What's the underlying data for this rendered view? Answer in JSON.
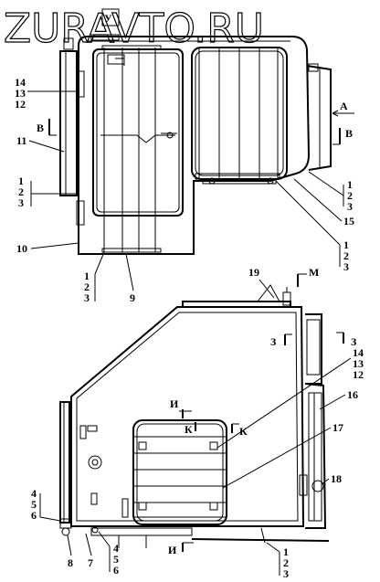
{
  "watermark": "ZURAVTO.RU",
  "part_labels": {
    "l14": "14",
    "l13": "13",
    "l12": "12",
    "l11": "11",
    "l10": "10",
    "l1a": "1",
    "l2a": "2",
    "l3a": "3",
    "l1b": "1",
    "l2b": "2",
    "l3b": "3",
    "l1c": "1",
    "l2c": "2",
    "l3c": "3",
    "l1d": "1",
    "l2d": "2",
    "l3d": "3",
    "l1e": "1",
    "l2e": "2",
    "l3e": "3",
    "l9": "9",
    "l15": "15",
    "l19": "19",
    "l14b": "14",
    "l13b": "13",
    "l12b": "12",
    "l16": "16",
    "l17": "17",
    "l18": "18",
    "l4": "4",
    "l5": "5",
    "l6": "6",
    "l4b": "4",
    "l5b": "5",
    "l6b": "6",
    "l7": "7",
    "l8": "8"
  },
  "view_markers": {
    "u": "У",
    "a": "А",
    "v1": "В",
    "v2": "В",
    "m": "М",
    "z1": "З",
    "z2": "З",
    "i1": "И",
    "i2": "И",
    "k1": "К",
    "k2": "К"
  }
}
